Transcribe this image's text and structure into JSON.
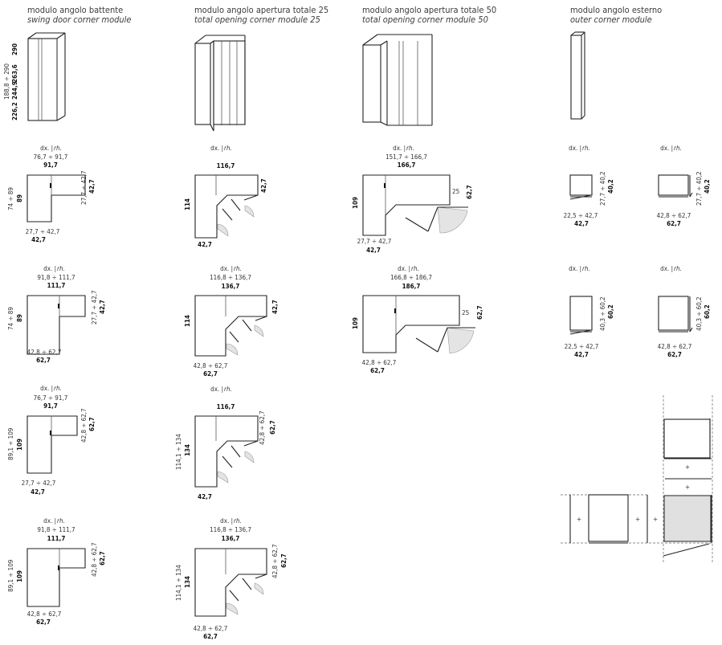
{
  "columns": [
    {
      "title": "modulo angolo battente",
      "subtitle": "swing door corner module"
    },
    {
      "title": "modulo angolo apertura totale 25",
      "subtitle": "total opening corner module 25"
    },
    {
      "title": "modulo angolo apertura totale 50",
      "subtitle": "total opening corner module 50"
    },
    {
      "title": "modulo angolo esterno",
      "subtitle": "outer corner module"
    }
  ],
  "elevation": {
    "h1": "290",
    "range": "188,8 ÷ 290",
    "h2": "263,6",
    "h3": "244,9",
    "h4": "226,2"
  },
  "side_prefix": "dx. |",
  "side_suffix": "rh.",
  "plans": {
    "a1": {
      "wr": "76,7 ÷ 91,7",
      "w": "91,7",
      "dr": "74 ÷ 89",
      "d": "89",
      "sr": "27,7 ÷ 42,7",
      "s": "42,7",
      "br": "27,7 ÷ 42,7",
      "b": "42,7"
    },
    "a2": {
      "wr": "91,8 ÷ 111,7",
      "w": "111,7",
      "dr": "74 ÷ 89",
      "d": "89",
      "sr": "27,7 ÷ 42,7",
      "s": "42,7",
      "br": "42,8 ÷ 62,7",
      "b": "62,7"
    },
    "a3": {
      "wr": "76,7 ÷ 91,7",
      "w": "91,7",
      "dr": "89,1 ÷ 109",
      "d": "109",
      "sr": "42,8 ÷ 62,7",
      "s": "62,7",
      "br": "27,7 ÷ 42,7",
      "b": "42,7"
    },
    "a4": {
      "wr": "91,8 ÷ 111,7",
      "w": "111,7",
      "dr": "89,1 ÷ 109",
      "d": "109",
      "sr": "42,8 ÷ 62,7",
      "s": "62,7",
      "br": "42,8 ÷ 62,7",
      "b": "62,7"
    },
    "b1": {
      "w": "116,7",
      "d": "114",
      "s": "42,7",
      "b": "42,7"
    },
    "b2": {
      "wr": "116,8 ÷ 136,7",
      "w": "136,7",
      "d": "114",
      "s": "42,7",
      "br": "42,8 ÷ 62,7",
      "b": "62,7"
    },
    "b3": {
      "w": "116,7",
      "dr": "114,1 ÷ 134",
      "d": "134",
      "sr": "42,8 ÷ 62,7",
      "s": "62,7",
      "b": "42,7"
    },
    "b4": {
      "wr": "116,8 ÷ 136,7",
      "w": "136,7",
      "dr": "114,1 ÷ 134",
      "d": "134",
      "sr": "42,8 ÷ 62,7",
      "s": "62,7",
      "br": "42,8 ÷ 62,7",
      "b": "62,7"
    },
    "c1": {
      "wr": "151,7 ÷ 166,7",
      "w": "166,7",
      "d": "109",
      "o": "25",
      "s": "62,7",
      "br": "27,7 ÷ 42,7",
      "b": "42,7"
    },
    "c2": {
      "wr": "166,8 ÷ 186,7",
      "w": "186,7",
      "d": "109",
      "o": "25",
      "s": "62,7",
      "br": "42,8 ÷ 62,7",
      "b": "62,7"
    },
    "d1": {
      "sr": "27,7 ÷ 40,2",
      "s": "40,2",
      "br": "22,5 ÷ 42,7",
      "b": "42,7"
    },
    "d2": {
      "sr": "27,7 ÷ 40,2",
      "s": "40,2",
      "br": "42,8 ÷ 62,7",
      "b": "62,7"
    },
    "d3": {
      "sr": "40,3 ÷ 60,2",
      "s": "60,2",
      "br": "22,5 ÷ 42,7",
      "b": "42,7"
    },
    "d4": {
      "sr": "40,3 ÷ 60,2",
      "s": "60,2",
      "br": "42,8 ÷ 62,7",
      "b": "62,7"
    }
  },
  "plus_sign": "+"
}
